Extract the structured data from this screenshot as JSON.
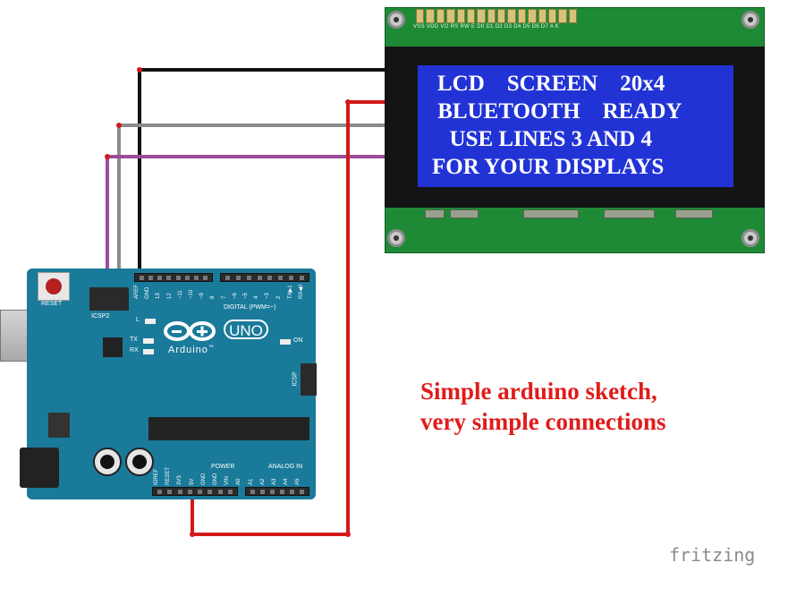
{
  "lcd": {
    "lines": [
      "LCD    SCREEN    20x4",
      " BLUETOOTH    READY",
      "  USE LINES 3 AND 4",
      "FOR YOUR DISPLAYS"
    ],
    "pin_labels": "VSS VDD VO RS RW E  D0 D1 D2 D3 D4 D5 D6 D7 A  K",
    "screen_color": "#2233d6",
    "pcb_color": "#1f8a36"
  },
  "arduino": {
    "reset_label": "RESET",
    "icsp2_label": "ICSP2",
    "icsp_label": "ICSP",
    "digital_label": "DIGITAL (PWM=~)",
    "pin_labels_top": [
      "AREF",
      "GND",
      "13",
      "12",
      "~11",
      "~10",
      "~9",
      "8",
      "7",
      "~6",
      "~5",
      "4",
      "~3",
      "2",
      "TX▶1",
      "RX◀0"
    ],
    "led_labels": [
      "L",
      "TX",
      "RX",
      "ON"
    ],
    "uno_mark": "UNO",
    "brand": "Arduino",
    "brand_tm": "™",
    "power_label": "POWER",
    "analog_label": "ANALOG IN",
    "pin_labels_bottom": [
      "IOREF",
      "RESET",
      "3V3",
      "5V",
      "GND",
      "GND",
      "VIN",
      "A0",
      "A1",
      "A2",
      "A3",
      "A4",
      "A5"
    ],
    "board_color": "#1a7a9a"
  },
  "caption": {
    "line1": "Simple arduino sketch,",
    "line2": "very simple connections",
    "color": "#e01b1b"
  },
  "watermark": "fritzing",
  "wires": {
    "black": "#111111",
    "grey": "#8c8c8c",
    "purple": "#9b4d9b",
    "red": "#d21a1a"
  }
}
